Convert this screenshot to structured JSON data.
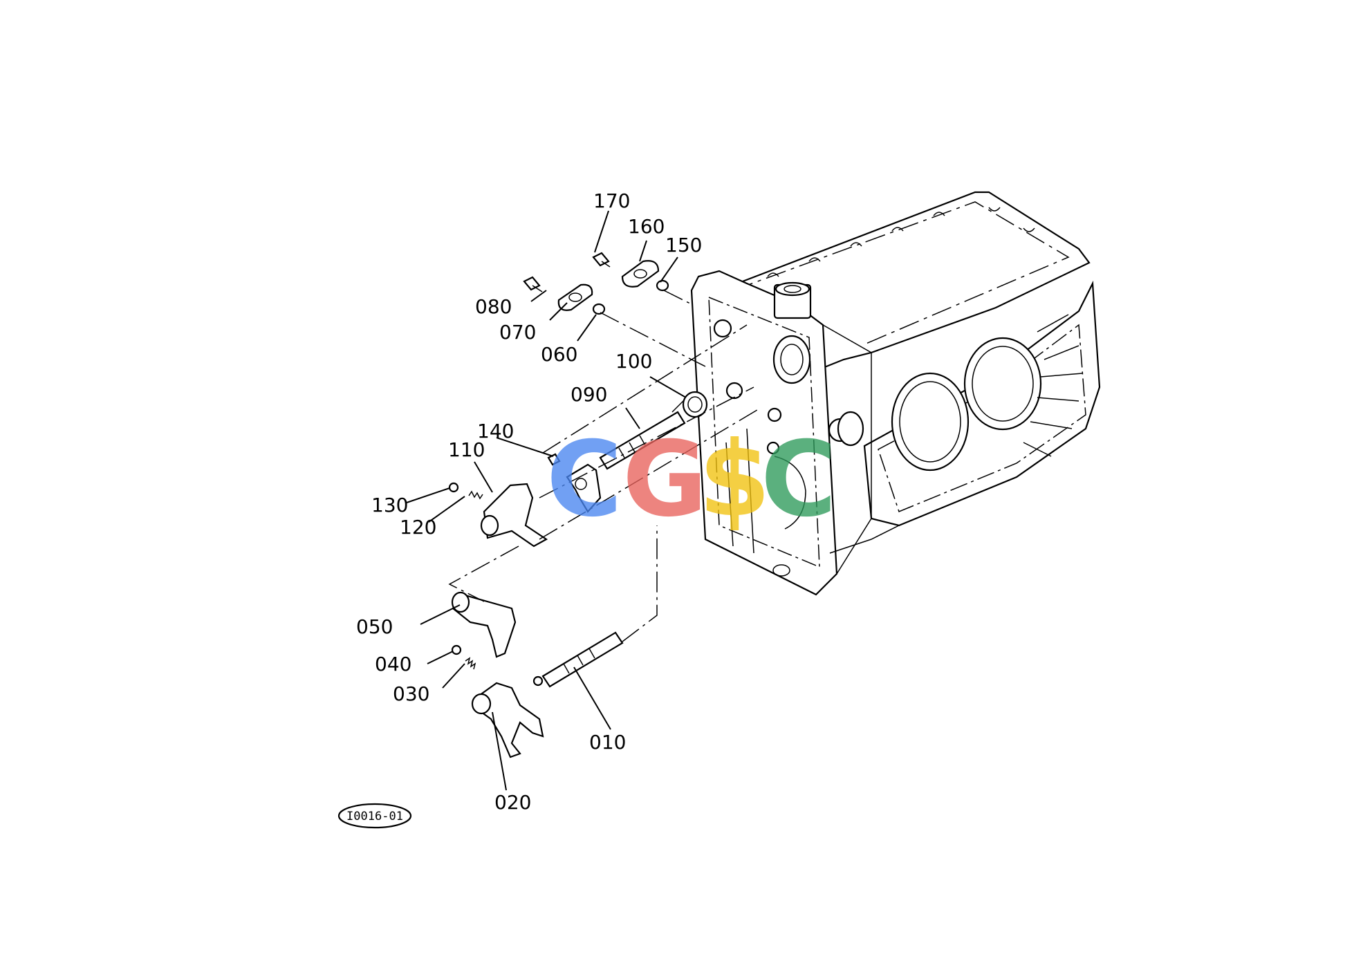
{
  "diagram": {
    "reference_code": "I0016-01",
    "watermark": {
      "letters": [
        "C",
        "G",
        "$",
        "C"
      ],
      "colors": [
        "#4a86f0",
        "#e8625c",
        "#f2c20f",
        "#2e9a5b"
      ]
    },
    "part_labels": [
      "010",
      "020",
      "030",
      "040",
      "050",
      "060",
      "070",
      "080",
      "090",
      "100",
      "110",
      "120",
      "130",
      "140",
      "150",
      "160",
      "170"
    ]
  }
}
